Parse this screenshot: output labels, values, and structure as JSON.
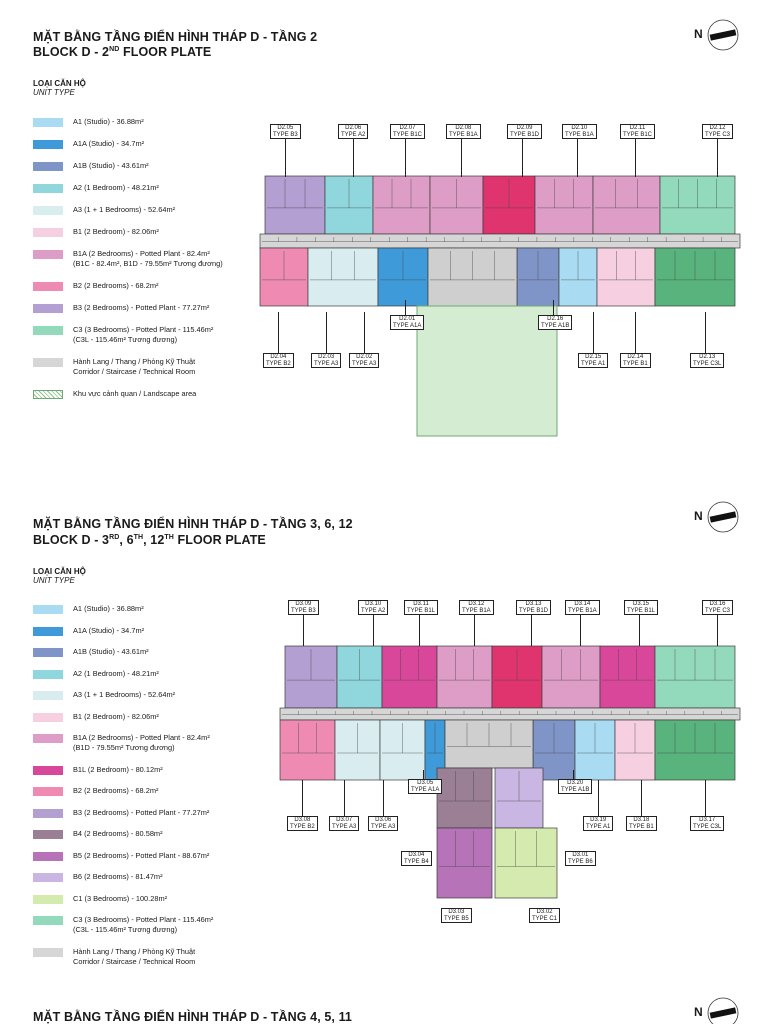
{
  "sections": [
    {
      "title_vi": "MẶT BẰNG TẦNG ĐIỂN HÌNH THÁP D - TẦNG 2",
      "title_en_pre": "BLOCK D - 2",
      "title_en_sup": "ND",
      "title_en_post": " FLOOR PLATE",
      "unit_type_vi": "LOẠI CĂN HỘ",
      "unit_type_en": "UNIT TYPE",
      "compass": "N",
      "legend": [
        {
          "color": "#a9dcf3",
          "text": "A1 (Studio) - 36.88m²"
        },
        {
          "color": "#3f9ad9",
          "text": "A1A (Studio) - 34.7m²"
        },
        {
          "color": "#7f95c8",
          "text": "A1B (Studio) - 43.61m²"
        },
        {
          "color": "#8fd7dd",
          "text": "A2 (1 Bedroom) - 48.21m²"
        },
        {
          "color": "#d9edf1",
          "text": "A3 (1 + 1 Bedrooms) - 52.64m²"
        },
        {
          "color": "#f6cfe1",
          "text": "B1 (2 Bedroom) - 82.06m²"
        },
        {
          "color": "#dd9dc6",
          "text": "B1A (2 Bedrooms) - Potted Plant - 82.4m²",
          "text2": "(B1C - 82.4m², B1D - 79.55m² Tương đương)"
        },
        {
          "color": "#ef8ab2",
          "text": "B2 (2 Bedrooms) - 68.2m²"
        },
        {
          "color": "#b49fd2",
          "text": "B3 (2 Bedrooms) - Potted Plant - 77.27m²"
        },
        {
          "color": "#93d9bb",
          "text": "C3 (3 Bedrooms) - Potted Plant - 115.46m²",
          "text2": "(C3L - 115.46m² Tương đương)"
        },
        {
          "color": "#d6d6d6",
          "text": "Hành Lang / Thang / Phòng Kỹ Thuật",
          "text2": "Corridor / Staircase / Technical Room"
        },
        {
          "color": "hatch",
          "text": "Khu vực cảnh quan / Landscape area"
        }
      ],
      "labels_top": [
        {
          "code": "D2.05",
          "type": "TYPE B3"
        },
        {
          "code": "D2.06",
          "type": "TYPE A2"
        },
        {
          "code": "D2.07",
          "type": "TYPE B1C"
        },
        {
          "code": "D2.08",
          "type": "TYPE B1A"
        },
        {
          "code": "D2.09",
          "type": "TYPE B1D"
        },
        {
          "code": "D2.10",
          "type": "TYPE B1A"
        },
        {
          "code": "D2.11",
          "type": "TYPE B1C"
        },
        {
          "code": "D2.12",
          "type": "TYPE C3"
        }
      ],
      "labels_mid": [
        {
          "code": "D2.01",
          "type": "TYPE A1A"
        },
        {
          "code": "D2.16",
          "type": "TYPE A1B"
        }
      ],
      "labels_bottom": [
        {
          "code": "D2.04",
          "type": "TYPE B2"
        },
        {
          "code": "D2.03",
          "type": "TYPE A3"
        },
        {
          "code": "D2.02",
          "type": "TYPE A3"
        },
        {
          "code": "D2.15",
          "type": "TYPE A1"
        },
        {
          "code": "D2.14",
          "type": "TYPE B1"
        },
        {
          "code": "D2.13",
          "type": "TYPE C3L"
        }
      ]
    },
    {
      "title_vi": "MẶT BẰNG TẦNG ĐIỂN HÌNH THÁP D - TẦNG 3, 6, 12",
      "title_en_pre": "BLOCK D - 3",
      "title_en_sup": "RD",
      "title_en_mid": ", 6",
      "title_en_sup2": "TH",
      "title_en_mid2": ", 12",
      "title_en_sup3": "TH",
      "title_en_post": " FLOOR PLATE",
      "unit_type_vi": "LOẠI CĂN HỘ",
      "unit_type_en": "UNIT TYPE",
      "compass": "N",
      "legend": [
        {
          "color": "#a9dcf3",
          "text": "A1 (Studio) - 36.88m²"
        },
        {
          "color": "#3f9ad9",
          "text": "A1A (Studio) - 34.7m²"
        },
        {
          "color": "#7f95c8",
          "text": "A1B (Studio) - 43.61m²"
        },
        {
          "color": "#8fd7dd",
          "text": "A2 (1 Bedroom) - 48.21m²"
        },
        {
          "color": "#d9edf1",
          "text": "A3 (1 + 1 Bedrooms) - 52.64m²"
        },
        {
          "color": "#f6cfe1",
          "text": "B1 (2 Bedroom) - 82.06m²"
        },
        {
          "color": "#dd9dc6",
          "text": "B1A (2 Bedrooms) - Potted Plant - 82.4m²",
          "text2": "(B1D - 79.55m² Tương đương)"
        },
        {
          "color": "#d9479a",
          "text": "B1L (2 Bedroom) - 80.12m²"
        },
        {
          "color": "#ef8ab2",
          "text": "B2 (2 Bedrooms) - 68.2m²"
        },
        {
          "color": "#b49fd2",
          "text": "B3 (2 Bedrooms) - Potted Plant - 77.27m²"
        },
        {
          "color": "#9a7f95",
          "text": "B4 (2 Bedrooms) - 80.58m²"
        },
        {
          "color": "#b673b8",
          "text": "B5 (2 Bedrooms) - Potted Plant - 88.67m²"
        },
        {
          "color": "#c9b6e2",
          "text": "B6 (2 Bedrooms) - 81.47m²"
        },
        {
          "color": "#d5eaaf",
          "text": "C1 (3 Bedrooms) - 100.28m²"
        },
        {
          "color": "#93d9bb",
          "text": "C3 (3 Bedrooms) - Potted Plant - 115.46m²",
          "text2": "(C3L - 115.46m² Tương đương)"
        },
        {
          "color": "#d6d6d6",
          "text": "Hành Lang / Thang / Phòng Kỹ Thuật",
          "text2": "Corridor / Staircase / Technical Room"
        }
      ],
      "labels_top": [
        {
          "code": "D3.09",
          "type": "TYPE B3"
        },
        {
          "code": "D3.10",
          "type": "TYPE A2"
        },
        {
          "code": "D3.11",
          "type": "TYPE B1L"
        },
        {
          "code": "D3.12",
          "type": "TYPE B1A"
        },
        {
          "code": "D3.13",
          "type": "TYPE B1D"
        },
        {
          "code": "D3.14",
          "type": "TYPE B1A"
        },
        {
          "code": "D3.15",
          "type": "TYPE B1L"
        },
        {
          "code": "D3.16",
          "type": "TYPE C3"
        }
      ],
      "labels_mid": [
        {
          "code": "D3.05",
          "type": "TYPE A1A"
        },
        {
          "code": "D3.20",
          "type": "TYPE A1B"
        }
      ],
      "labels_bottom": [
        {
          "code": "D3.08",
          "type": "TYPE B2"
        },
        {
          "code": "D3.07",
          "type": "TYPE A3"
        },
        {
          "code": "D3.06",
          "type": "TYPE A3"
        },
        {
          "code": "D3.19",
          "type": "TYPE A1"
        },
        {
          "code": "D3.18",
          "type": "TYPE B1"
        },
        {
          "code": "D3.17",
          "type": "TYPE C3L"
        }
      ],
      "labels_tail": [
        {
          "code": "D3.04",
          "type": "TYPE B4"
        },
        {
          "code": "D3.01",
          "type": "TYPE B6"
        },
        {
          "code": "D3.03",
          "type": "TYPE B5"
        },
        {
          "code": "D3.02",
          "type": "TYPE C1"
        }
      ]
    },
    {
      "title_vi": "MẶT BẰNG TẦNG ĐIỂN HÌNH THÁP D - TẦNG 4, 5, 11",
      "compass": "N"
    }
  ]
}
